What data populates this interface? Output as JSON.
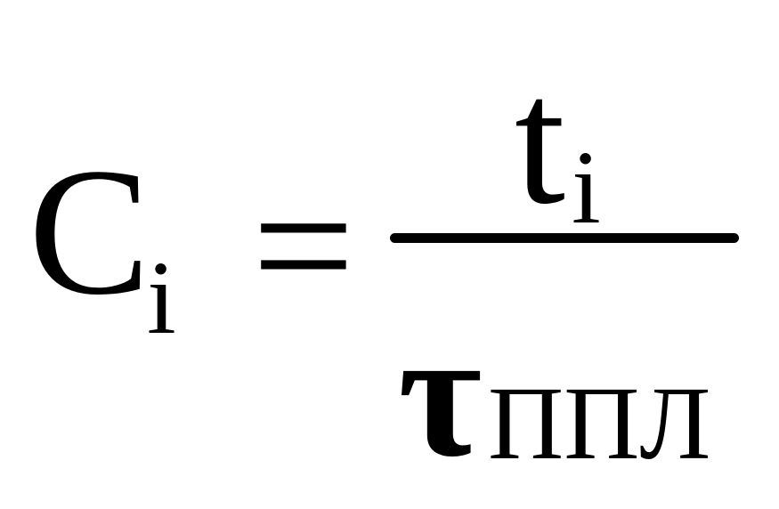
{
  "formula": {
    "lhs": {
      "symbol": "C",
      "subscript": "i"
    },
    "operator": "=",
    "numerator": {
      "symbol": "t",
      "subscript": "i"
    },
    "denominator": {
      "symbol": "τ",
      "subscript": "ППЛ"
    }
  }
}
